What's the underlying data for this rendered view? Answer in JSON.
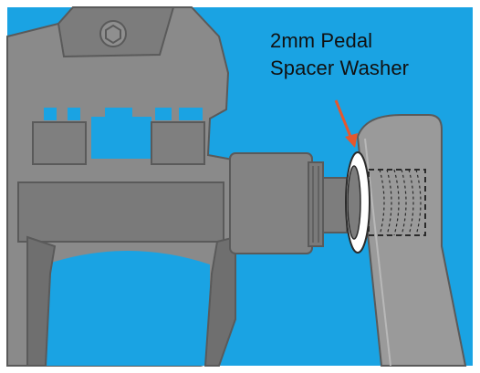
{
  "illustration": {
    "callout": {
      "line1": "2mm Pedal",
      "line2": "Spacer Washer"
    },
    "colors": {
      "background": "#1aa3e3",
      "pedal_body": "#8a8a8a",
      "pedal_shadow": "#6f6f6f",
      "pedal_outline": "#5a5a5a",
      "crank_arm": "#9a9a9a",
      "washer": "#ffffff",
      "arrow": "#e4572e"
    },
    "parts": {
      "pedal": "pedal-body",
      "axle": "pedal-axle",
      "washer": "spacer-washer",
      "crank": "crank-arm",
      "threads": "crank-thread-hole"
    }
  }
}
